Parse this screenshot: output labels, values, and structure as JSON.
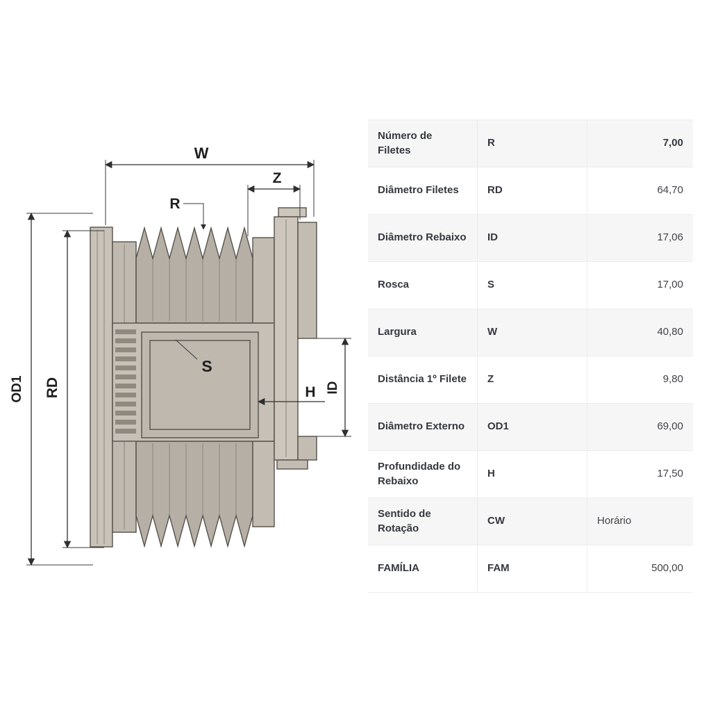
{
  "drawing": {
    "labels": {
      "w": "W",
      "z": "Z",
      "r": "R",
      "s": "S",
      "h": "H",
      "id": "ID",
      "rd": "RD",
      "od1": "OD1"
    }
  },
  "table": {
    "rows": [
      {
        "label": "Número de Filetes",
        "code": "R",
        "value": "7,00",
        "value_bold": true
      },
      {
        "label": "Diâmetro Filetes",
        "code": "RD",
        "value": "64,70"
      },
      {
        "label": "Diâmetro Rebaixo",
        "code": "ID",
        "value": "17,06"
      },
      {
        "label": "Rosca",
        "code": "S",
        "value": "17,00"
      },
      {
        "label": "Largura",
        "code": "W",
        "value": "40,80"
      },
      {
        "label": "Distância 1º Filete",
        "code": "Z",
        "value": "9,80"
      },
      {
        "label": "Diâmetro Externo",
        "code": "OD1",
        "value": "69,00"
      },
      {
        "label": "Profundidade do Rebaixo",
        "code": "H",
        "value": "17,50"
      },
      {
        "label": "Sentido de Rotação",
        "code": "CW",
        "value": "Horário",
        "align": "left"
      },
      {
        "label": "FAMÍLIA",
        "code": "FAM",
        "value": "500,00"
      }
    ]
  },
  "colors": {
    "row_alt": "#f6f6f7",
    "row_border": "#ededed",
    "metal_body": "#b5afa5",
    "line": "#2f2f2f"
  }
}
